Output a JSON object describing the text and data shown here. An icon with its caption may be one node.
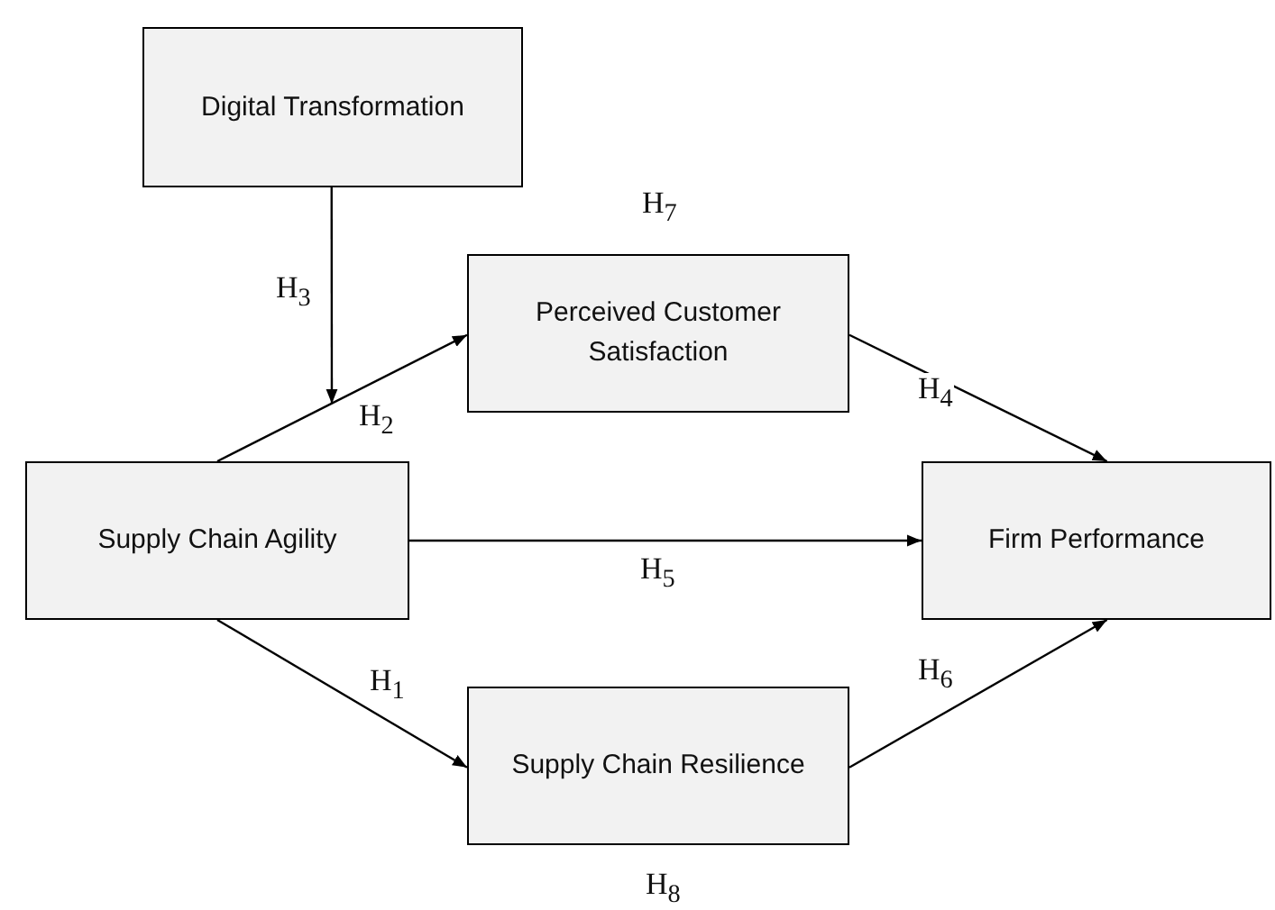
{
  "diagram": {
    "nodes": [
      {
        "text": [
          "Digital Transformation"
        ]
      },
      {
        "text": [
          "Perceived Customer Satisfaction"
        ],
        "beside": [
          "H$_{7}$"
        ]
      },
      {
        "text": [
          "Supply Chain Agility"
        ]
      },
      {
        "text": [
          "Firm Performance"
        ]
      },
      {
        "text": [
          "Supply Chain Resilience"
        ],
        "beside": [
          "H$_{8}$"
        ]
      }
    ],
    "edges": [
      {
        "from": 2,
        "to": 1,
        "arrow": "to",
        "label": "H$_{2}$"
      },
      {
        "from": 0,
        "to": null,
        "arrow": "to",
        "label": "H$_{3}$"
      },
      {
        "from": 1,
        "to": 3,
        "arrow": "to",
        "label": "H$_{4}$"
      },
      {
        "from": 2,
        "to": 3,
        "arrow": "to",
        "label": "H$_{5}$"
      },
      {
        "from": 2,
        "to": 4,
        "arrow": "to",
        "label": "H$_{1}$"
      },
      {
        "from": 4,
        "to": 3,
        "arrow": "to",
        "label": "H$_{6}$"
      }
    ]
  }
}
